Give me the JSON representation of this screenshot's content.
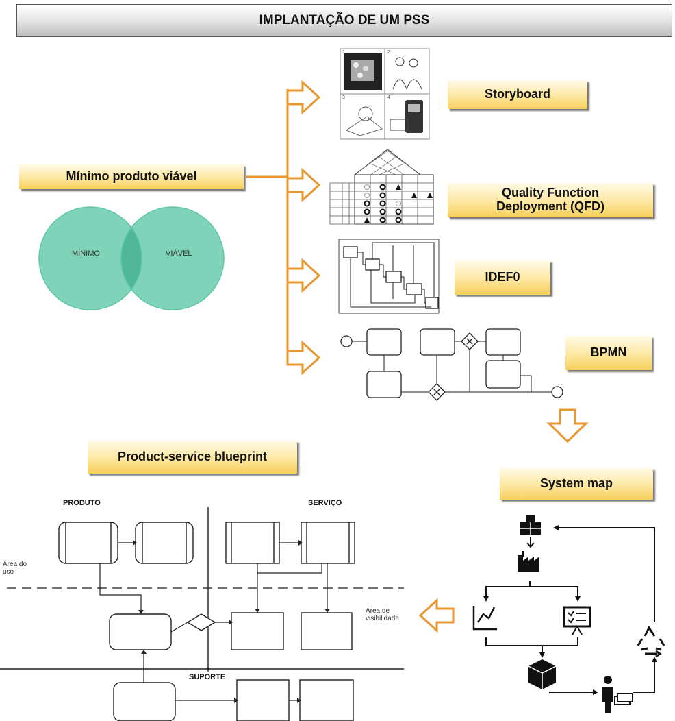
{
  "page": {
    "title": "IMPLANTAÇÃO DE UM PSS"
  },
  "mvp": {
    "label": "Mínimo produto viável",
    "circle_left": "MÍNIMO",
    "circle_right": "VIÁVEL"
  },
  "tools": {
    "storyboard": "Storyboard",
    "qfd_line1": "Quality Function",
    "qfd_line2": "Deployment (QFD)",
    "idef0": "IDEF0",
    "bpmn": "BPMN"
  },
  "system_map": {
    "label": "System map"
  },
  "blueprint": {
    "label": "Product-service blueprint",
    "produto": "PRODUTO",
    "servico": "SERVIÇO",
    "area_uso": "Área do uso",
    "area_visibilidade": "Área de visibilidade",
    "suporte": "SUPORTE"
  },
  "storyboard_panels": [
    "1",
    "2",
    "3",
    "4"
  ],
  "colors": {
    "arrow": "#e8962e",
    "venn": "#5ec7a8",
    "venn_overlap": "#3aa98a",
    "label_bg": "#fbe08a"
  }
}
